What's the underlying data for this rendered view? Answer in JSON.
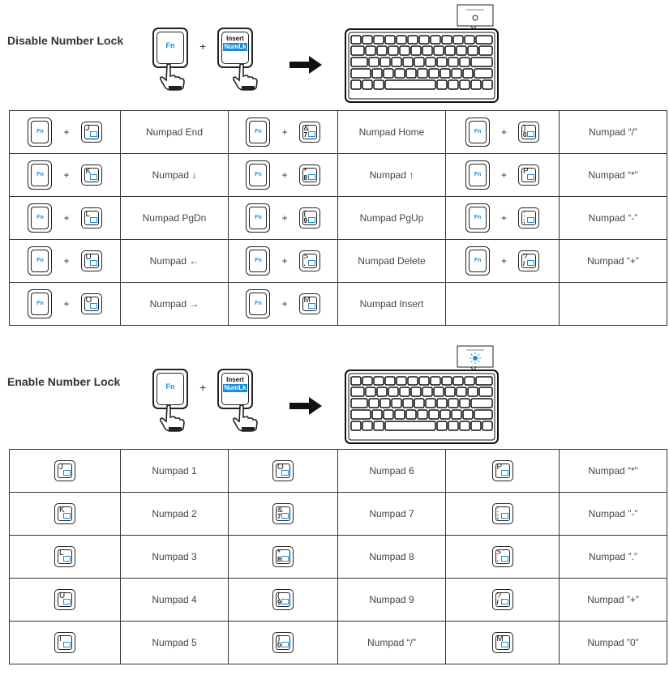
{
  "disable": {
    "title": "Disable Number Lock",
    "fn_label": "Fn",
    "plus": "+",
    "insert_label": "Insert",
    "numlk_label": "NumLk",
    "rows": [
      [
        {
          "key": "J",
          "key2": "",
          "label": "Numpad End"
        },
        {
          "key": "&",
          "key2": "7",
          "label": "Numpad Home"
        },
        {
          "key": ")",
          "key2": "0",
          "label": "Numpad “/”"
        }
      ],
      [
        {
          "key": "K",
          "key2": "",
          "label": "Numpad ↓"
        },
        {
          "key": "*",
          "key2": "8",
          "label": "Numpad ↑"
        },
        {
          "key": "P",
          "key2": "",
          "label": "Numpad “*”"
        }
      ],
      [
        {
          "key": "L",
          "key2": "",
          "label": "Numpad PgDn"
        },
        {
          "key": "(",
          "key2": "9",
          "label": "Numpad PgUp"
        },
        {
          "key": ":",
          "key2": ";",
          "label": "Numpad “-”"
        }
      ],
      [
        {
          "key": "U",
          "key2": "",
          "label": "Numpad ←"
        },
        {
          "key": ">",
          "key2": ".",
          "label": "Numpad Delete"
        },
        {
          "key": "?",
          "key2": "/",
          "label": "Numpad “+”"
        }
      ],
      [
        {
          "key": "O",
          "key2": "",
          "label": "Numpad →"
        },
        {
          "key": "M",
          "key2": "",
          "label": "Numpad Insert"
        },
        null
      ]
    ]
  },
  "enable": {
    "title": "Enable Number Lock",
    "fn_label": "Fn",
    "plus": "+",
    "insert_label": "Insert",
    "numlk_label": "NumLk",
    "rows": [
      [
        {
          "key": "J",
          "key2": "",
          "label": "Numpad 1"
        },
        {
          "key": "O",
          "key2": "",
          "label": "Numpad 6"
        },
        {
          "key": "P",
          "key2": "",
          "label": "Numpad “*”"
        }
      ],
      [
        {
          "key": "K",
          "key2": "",
          "label": "Numpad 2"
        },
        {
          "key": "&",
          "key2": "7",
          "label": "Numpad 7"
        },
        {
          "key": ":",
          "key2": ";",
          "label": "Numpad ”-”"
        }
      ],
      [
        {
          "key": "L",
          "key2": "",
          "label": "Numpad 3"
        },
        {
          "key": "*",
          "key2": "8",
          "label": "Numpad 8"
        },
        {
          "key": ">",
          "key2": ".",
          "label": "Numpad ”.”"
        }
      ],
      [
        {
          "key": "U",
          "key2": "",
          "label": "Numpad 4"
        },
        {
          "key": "(",
          "key2": "9",
          "label": "Numpad 9"
        },
        {
          "key": "?",
          "key2": "/",
          "label": "Numpad ”+”"
        }
      ],
      [
        {
          "key": "I",
          "key2": "",
          "label": "Numpad 5"
        },
        {
          "key": ")",
          "key2": "0",
          "label": "Numpad “/”"
        },
        {
          "key": "M",
          "key2": "",
          "label": "Numpad ”0”"
        }
      ]
    ]
  },
  "colors": {
    "accent": "#1a8fd6",
    "line": "#333333"
  },
  "icons": [
    "fn-key-icon",
    "insert-numlk-key-icon",
    "pointing-hand-icon",
    "right-arrow-icon",
    "keyboard-icon",
    "number-lock-indicator-icon"
  ]
}
